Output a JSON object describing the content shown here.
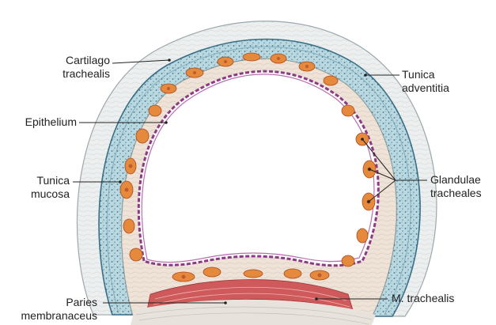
{
  "labels": {
    "cartilago": [
      "Cartilago",
      "trachealis"
    ],
    "epithelium": [
      "Epithelium"
    ],
    "tunica_mucosa": [
      "Tunica",
      "mucosa"
    ],
    "paries": [
      "Paries",
      "membranaceus"
    ],
    "tunica_adventitia": [
      "Tunica",
      "adventitia"
    ],
    "glandulae": [
      "Glandulae",
      "tracheales"
    ],
    "m_trachealis": [
      "M. trachealis"
    ]
  },
  "colors": {
    "adventitia": "#e9edee",
    "cartilage": "#b7d6de",
    "cartilage_dots": "#2f5f7a",
    "mucosa": "#efe2d6",
    "epithelium": "#8b3b86",
    "gland": "#e58a3c",
    "gland_core": "#b9502a",
    "muscle": "#c8464a",
    "lumen": "#ffffff"
  }
}
